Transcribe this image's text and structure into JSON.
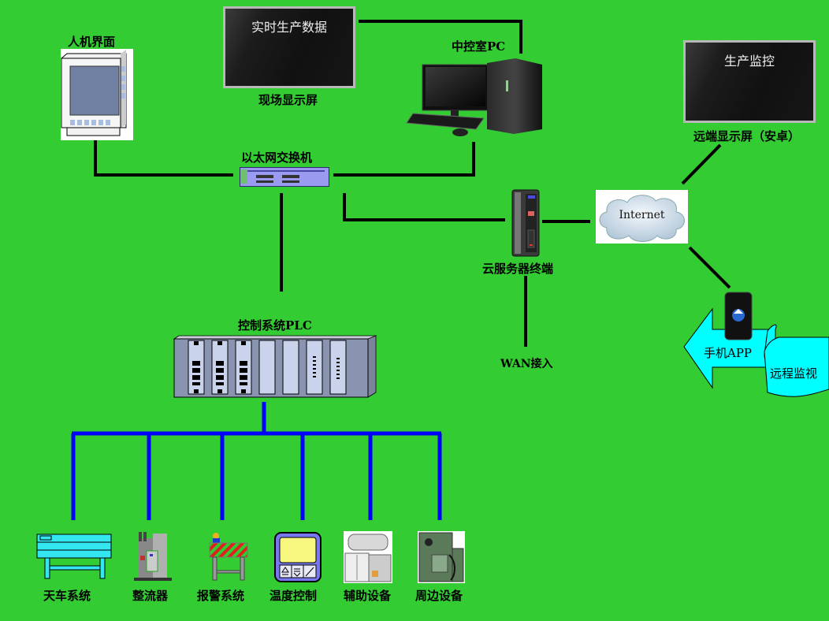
{
  "title": "网络拓扑结构",
  "colors": {
    "background": "#33cc33",
    "ethernet_line": "#000000",
    "fieldbus_line": "#0000ff",
    "arrow_fill": "#00ffff"
  },
  "nodes": {
    "hmi": {
      "label": "人机界面",
      "icon": "hmi-panel-icon"
    },
    "site_display": {
      "label": "现场显示屏",
      "screen_text": "实时生产数据",
      "icon": "tv-display-icon"
    },
    "control_pc": {
      "label": "中控室PC",
      "icon": "desktop-pc-icon"
    },
    "remote_display": {
      "label": "远端显示屏（安卓）",
      "screen_text": "生产监控",
      "icon": "tv-display-icon"
    },
    "switch": {
      "label": "以太网交换机",
      "icon": "network-switch-icon"
    },
    "cloud_server": {
      "label": "云服务器终端",
      "icon": "blade-server-icon"
    },
    "internet": {
      "label": "Internet",
      "icon": "cloud-icon"
    },
    "wan": {
      "label": "WAN接入"
    },
    "mobile_app": {
      "label": "手机APP",
      "icon": "smartphone-icon"
    },
    "remote_monitor": {
      "label": "远程监视"
    },
    "plc": {
      "label": "控制系统PLC",
      "icon": "plc-rack-icon"
    }
  },
  "devices": [
    {
      "label": "天车系统",
      "icon": "crane-icon"
    },
    {
      "label": "整流器",
      "icon": "rectifier-icon"
    },
    {
      "label": "报警系统",
      "icon": "alarm-barrier-icon"
    },
    {
      "label": "温度控制",
      "icon": "temperature-controller-icon"
    },
    {
      "label": "辅助设备",
      "icon": "auxiliary-equipment-icon"
    },
    {
      "label": "周边设备",
      "icon": "peripheral-equipment-icon"
    }
  ]
}
